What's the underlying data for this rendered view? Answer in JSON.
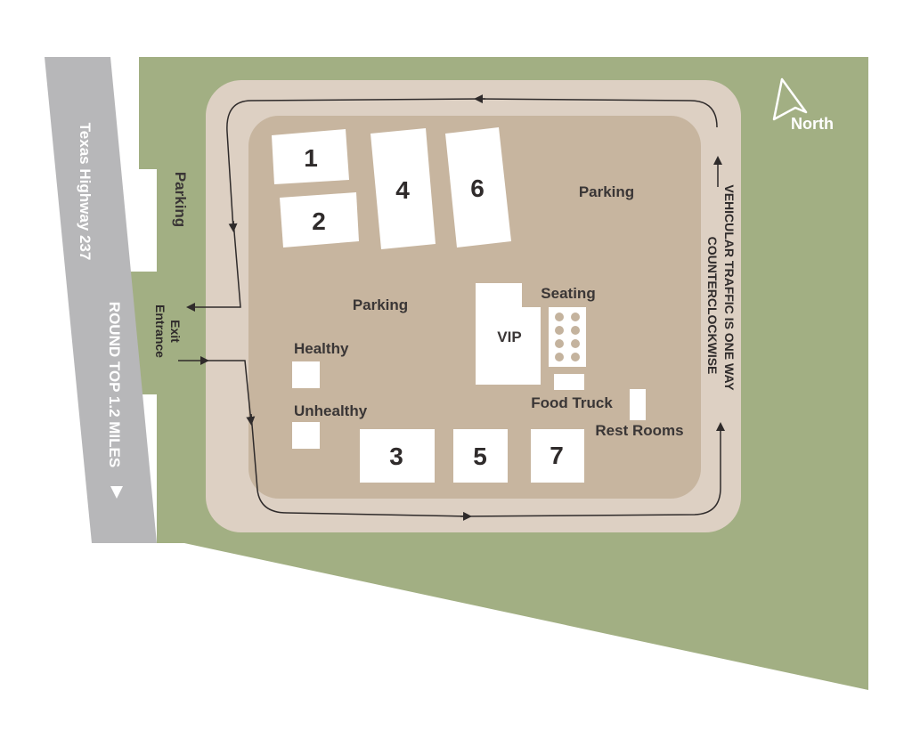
{
  "map": {
    "highway": {
      "name": "Texas Highway 237",
      "direction": "ROUND TOP 1.2 MILES"
    },
    "compass": {
      "label": "North"
    },
    "access": {
      "exit": "Exit",
      "entrance": "Entrance"
    },
    "traffic_note": {
      "line1_prefix": "VEHICULAR TRAFFIC IS ",
      "line1_emph": "ONE WAY",
      "line2": "COUNTERCLOCKWISE"
    },
    "parking_labels": [
      "Parking",
      "Parking",
      "Parking"
    ],
    "buildings": [
      "1",
      "2",
      "3",
      "4",
      "5",
      "6",
      "7"
    ],
    "facilities": {
      "vip": "VIP",
      "seating": "Seating",
      "food_truck": "Food Truck",
      "rest_rooms": "Rest Rooms",
      "healthy": "Healthy",
      "unhealthy": "Unhealthy"
    },
    "colors": {
      "grass": "#a2af83",
      "road": "#ddd0c3",
      "lot": "#c7b59f",
      "highway": "#b7b7b9",
      "building": "#ffffff",
      "seat": "#c4b39e",
      "text": "#3a3636"
    }
  }
}
